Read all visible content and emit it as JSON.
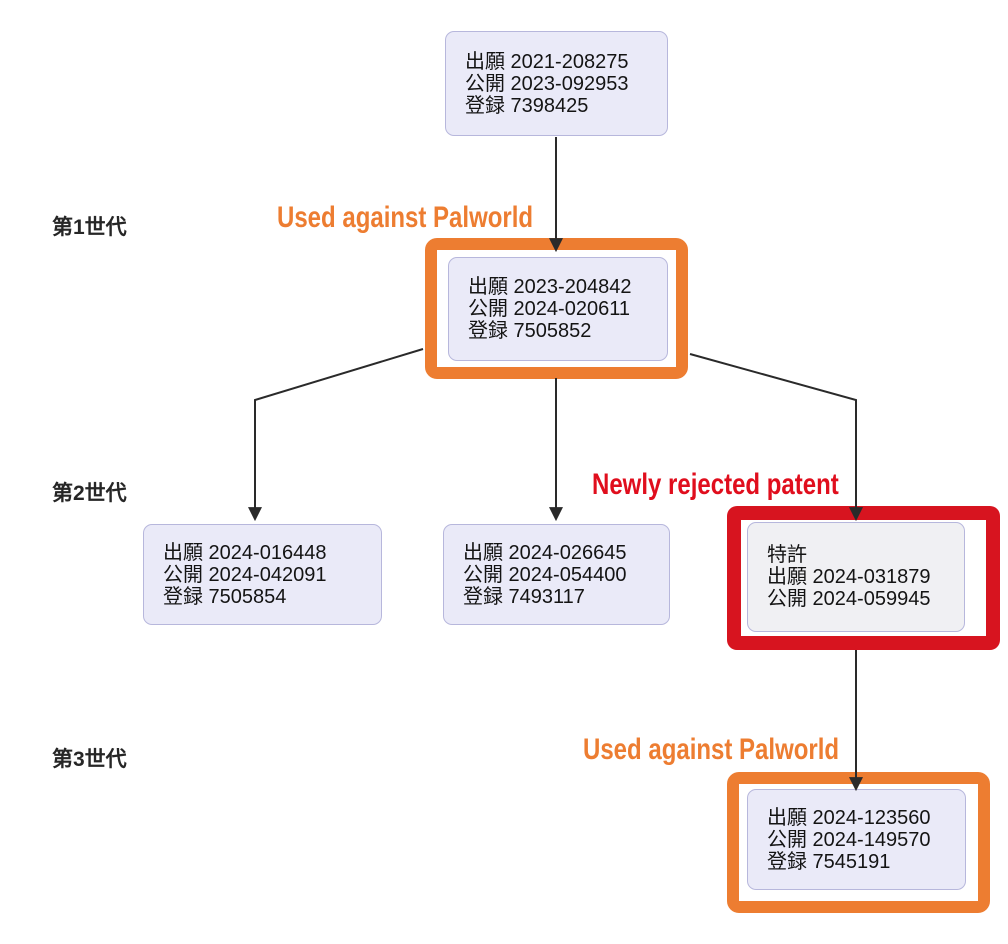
{
  "diagram": {
    "generation_labels": [
      {
        "text": "第1世代"
      },
      {
        "text": "第2世代"
      },
      {
        "text": "第3世代"
      }
    ],
    "nodes": [
      {
        "id": "root",
        "lines": [
          "出願 2021-208275",
          "公開 2023-092953",
          "登録 7398425"
        ]
      },
      {
        "id": "gen1",
        "lines": [
          "出願 2023-204842",
          "公開 2024-020611",
          "登録 7505852"
        ],
        "highlight": "orange"
      },
      {
        "id": "gen2-left",
        "lines": [
          "出願 2024-016448",
          "公開 2024-042091",
          "登録 7505854"
        ]
      },
      {
        "id": "gen2-mid",
        "lines": [
          "出願 2024-026645",
          "公開 2024-054400",
          "登録 7493117"
        ]
      },
      {
        "id": "gen2-right",
        "lines": [
          "特許",
          "出願 2024-031879",
          "公開 2024-059945"
        ],
        "highlight": "red"
      },
      {
        "id": "gen3",
        "lines": [
          "出願 2024-123560",
          "公開 2024-149570",
          "登録 7545191"
        ],
        "highlight": "orange"
      }
    ],
    "annotations": [
      {
        "text": "Used against Palworld",
        "color": "#ed7d31"
      },
      {
        "text": "Newly rejected patent",
        "color": "#e00e1d"
      },
      {
        "text": "Used against Palworld",
        "color": "#ed7d31"
      }
    ],
    "colors": {
      "highlight_orange": "#ed7d31",
      "highlight_red": "#d7141f",
      "node_fill": "#eaeaf8",
      "node_fill_gray": "#f0f0f3",
      "node_border": "#b7b7dc",
      "arrow": "#2a2a2a",
      "background": "#ffffff"
    }
  }
}
